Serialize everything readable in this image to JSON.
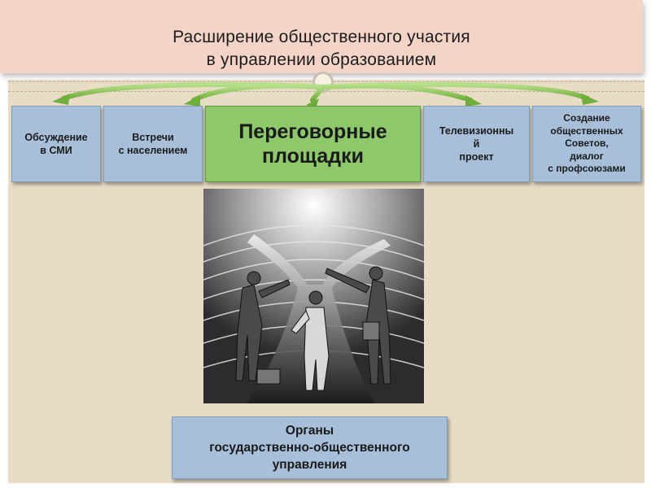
{
  "header": {
    "title_line1": "Расширение общественного участия",
    "title_line2": "в управлении образованием"
  },
  "colors": {
    "title_band": "#f3d4c6",
    "slide_background": "#e8dcc5",
    "box_blue": "#a7bfd9",
    "box_green": "#8dc86a",
    "arrow_green": "#7dbb45"
  },
  "boxes": [
    {
      "id": "media",
      "label": "Обсуждение\nв СМИ"
    },
    {
      "id": "meetings",
      "label": "Встречи\nс населением"
    },
    {
      "id": "negotiation",
      "label": "Переговорные\nплощадки"
    },
    {
      "id": "tv",
      "label": "Телевизионны\nй\nпроект"
    },
    {
      "id": "councils",
      "label": "Создание\nобщественных\nСоветов,\nдиалог\nс профсоюзами"
    }
  ],
  "illustration": {
    "icon": "crossroads-businesspeople-illustration"
  },
  "bottom_box": {
    "label": "Органы\nгосударственно-общественного\nуправления"
  }
}
